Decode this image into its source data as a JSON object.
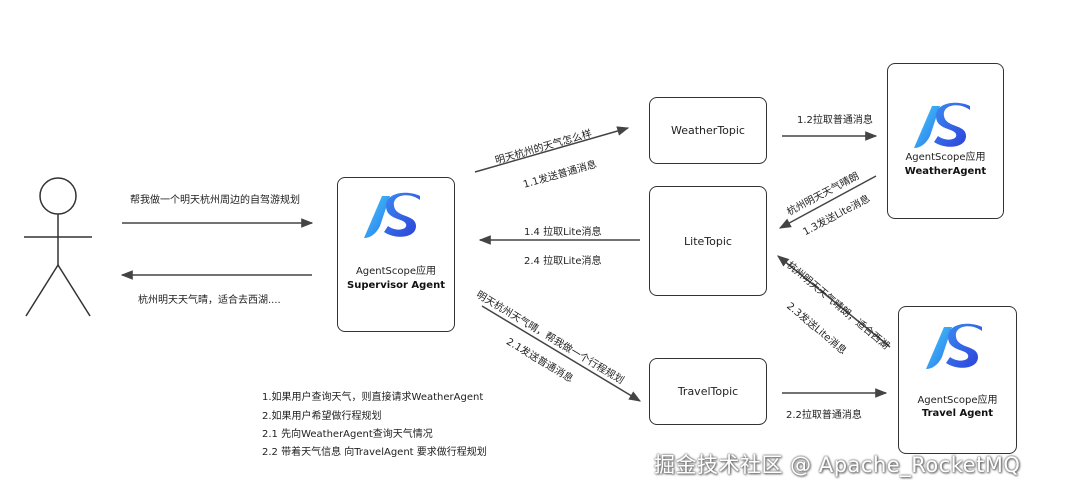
{
  "user_to_supervisor": "帮我做一个明天杭州周边的自驾游规划",
  "supervisor_to_user": "杭州明天天气晴，适合去西湖....",
  "supervisor": {
    "sub": "AgentScope应用",
    "name": "Supervisor Agent"
  },
  "weather_agent": {
    "sub": "AgentScope应用",
    "name": "WeatherAgent"
  },
  "travel_agent": {
    "sub": "AgentScope应用",
    "name": "Travel Agent"
  },
  "topics": {
    "weather": "WeatherTopic",
    "lite": "LiteTopic",
    "travel": "TravelTopic"
  },
  "edges": {
    "q_weather": "明天杭州的天气怎么样",
    "send_1_1": "1.1发送普通消息",
    "pull_1_2": "1.2拉取普通消息",
    "weather_reply": "杭州明天天气晴朗",
    "send_1_3": "1.3发送Lite消息",
    "pull_1_4": "1.4 拉取Lite消息",
    "pull_2_4": "2.4 拉取Lite消息",
    "q_travel": "明天杭州天气晴，帮我做一个行程规划",
    "send_2_1": "2.1发送普通消息",
    "pull_2_2": "2.2拉取普通消息",
    "travel_reply": "杭州明天天气晴朗，适合西湖",
    "send_2_3": "2.3发送Lite消息"
  },
  "notes": [
    "1.如果用户查询天气，则直接请求WeatherAgent",
    "2.如果用户希望做行程规划",
    "2.1 先向WeatherAgent查询天气情况",
    "2.2 带着天气信息 向TravelAgent 要求做行程规划"
  ],
  "watermark": "掘金技术社区 @ Apache_RocketMQ",
  "colors": {
    "logo_light": "#3fc3f2",
    "logo_dark": "#2d4fe0",
    "line": "#444444"
  }
}
